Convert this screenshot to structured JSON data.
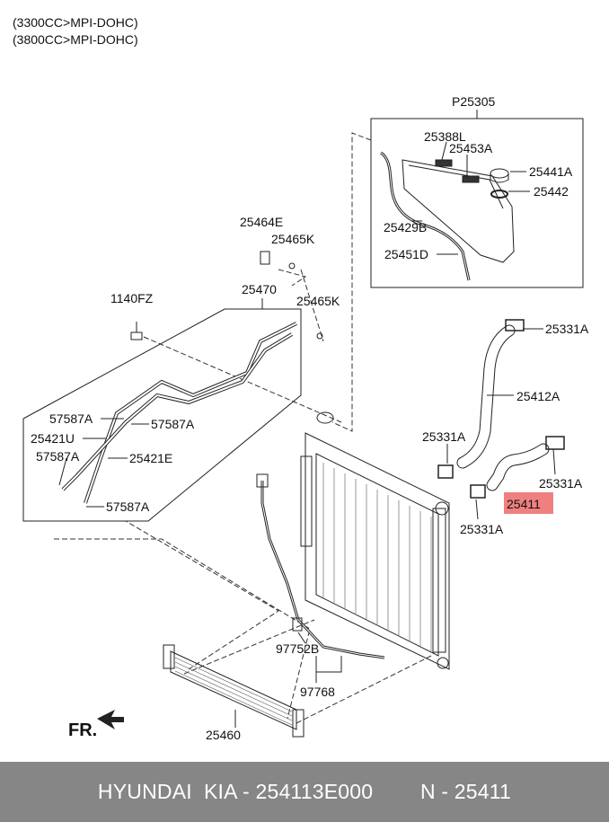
{
  "header": {
    "variant_1": "(3300CC>MPI-DOHC)",
    "variant_2": "(3800CC>MPI-DOHC)"
  },
  "labels": {
    "P25305": "P25305",
    "l25388L": "25388L",
    "l25453A": "25453A",
    "l25441A": "25441A",
    "l25442": "25442",
    "l25429B": "25429B",
    "l25451D": "25451D",
    "l25464E": "25464E",
    "l25465K_1": "25465K",
    "l25470": "25470",
    "l25465K_2": "25465K",
    "l1140FZ": "1140FZ",
    "l57587A_1": "57587A",
    "l57587A_2": "57587A",
    "l25421U": "25421U",
    "l57587A_3": "57587A",
    "l25421E": "25421E",
    "l57587A_4": "57587A",
    "l25331A_1": "25331A",
    "l25412A": "25412A",
    "l25331A_2": "25331A",
    "l25331A_3": "25331A",
    "l25331A_4": "25331A",
    "l25411": "25411",
    "l97752B": "97752B",
    "l97768": "97768",
    "l25460": "25460"
  },
  "fr_label": "FR.",
  "highlight_color": "#f08080",
  "footer": {
    "brand": "HYUNDAI  KIA - 254113E000",
    "ref": "N - 25411"
  }
}
